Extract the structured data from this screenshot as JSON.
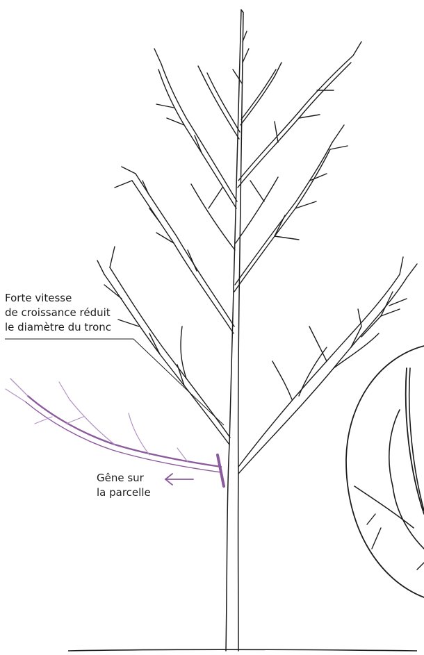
{
  "annotations": {
    "trunk_growth": {
      "lines": [
        "Forte vitesse",
        "de croissance réduit",
        "le diamètre du tronc"
      ]
    },
    "branch_nuisance": {
      "lines": [
        "Gêne sur",
        "la parcelle"
      ]
    }
  },
  "colors": {
    "ink": "#1c1c1c",
    "highlight": "#8a5a9c",
    "highlight_light": "#b393c4",
    "background": "#ffffff"
  }
}
